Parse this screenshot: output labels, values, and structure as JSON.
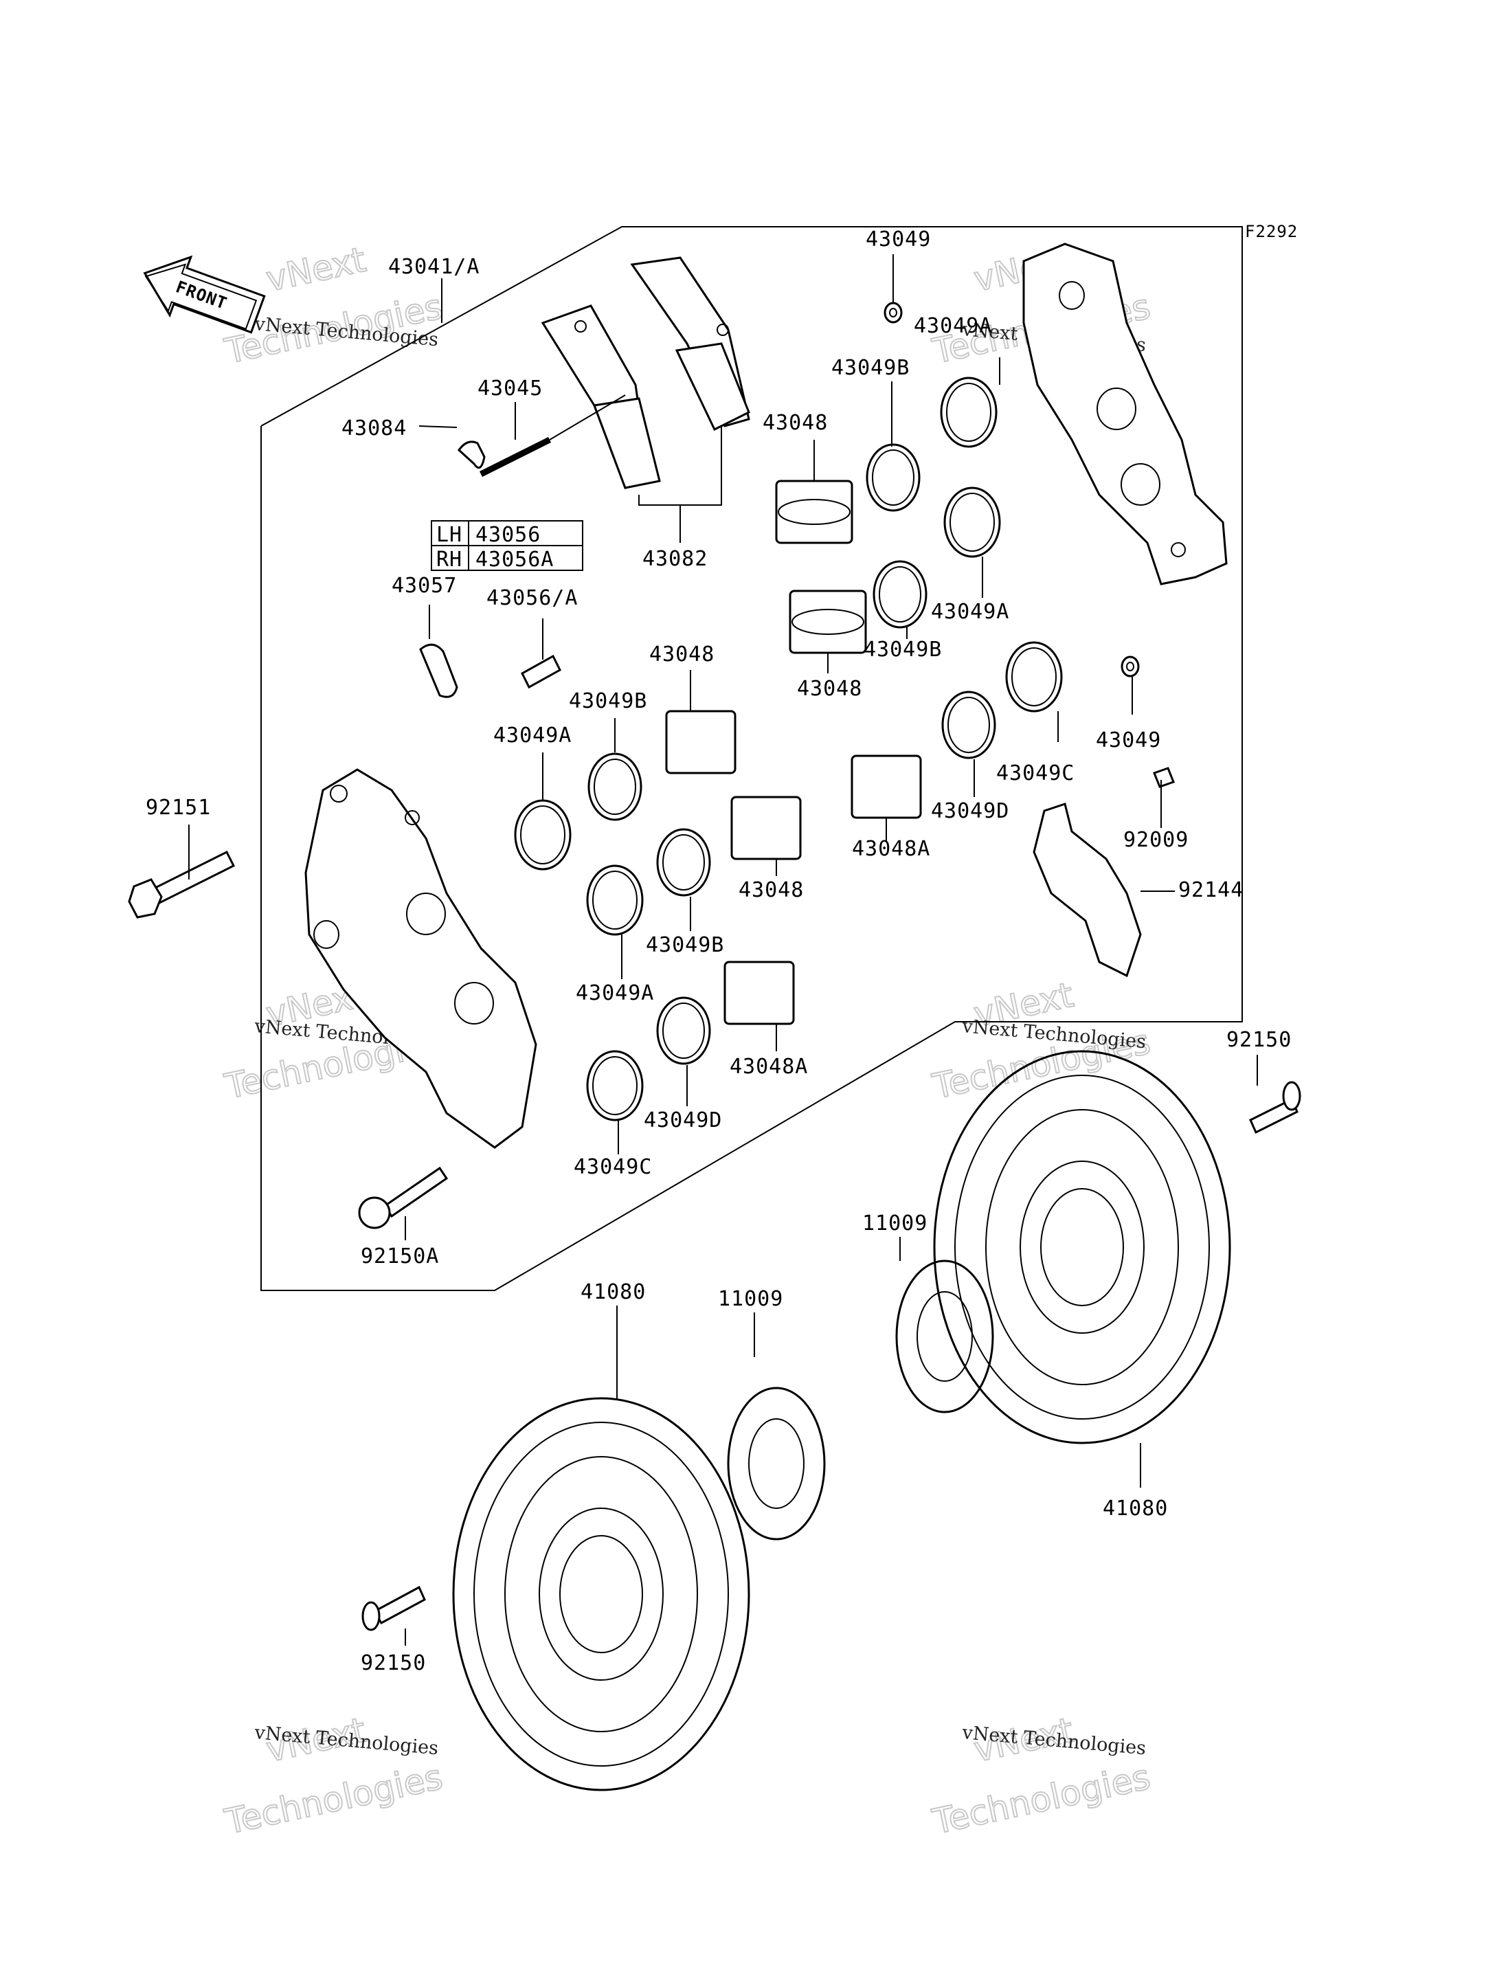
{
  "diagram": {
    "code": "F2292",
    "front_label": "FRONT",
    "table": [
      {
        "side": "LH",
        "part": "43056"
      },
      {
        "side": "RH",
        "part": "43056A"
      }
    ],
    "labels": {
      "p43041A": "43041/A",
      "p43045": "43045",
      "p43084": "43084",
      "p43082": "43082",
      "p43049_top": "43049",
      "p43049A_top": "43049A",
      "p43049B_top": "43049B",
      "p43048_top": "43048",
      "p43049A_mid": "43049A",
      "p43049B_mid": "43049B",
      "p43048_mid": "43048",
      "p43049_right": "43049",
      "p43057": "43057",
      "p43056A": "43056/A",
      "p43048_left": "43048",
      "p43049B_left": "43049B",
      "p43049A_left": "43049A",
      "p43049C_right": "43049C",
      "p43049D_right": "43049D",
      "p43048A_right": "43048A",
      "p92009": "92009",
      "p92144": "92144",
      "p92151": "92151",
      "p43048_low": "43048",
      "p43049B_low": "43049B",
      "p43049A_low": "43049A",
      "p43048A_low": "43048A",
      "p43049D_low": "43049D",
      "p43049C_low": "43049C",
      "p92150A": "92150A",
      "p92150_right": "92150",
      "p11009_right": "11009",
      "p41080_left": "41080",
      "p11009_left": "11009",
      "p41080_right": "41080",
      "p92150_left": "92150"
    },
    "watermark": {
      "line1": "vNext Technologies",
      "line2": "Technologies",
      "line0": "vNext"
    }
  }
}
